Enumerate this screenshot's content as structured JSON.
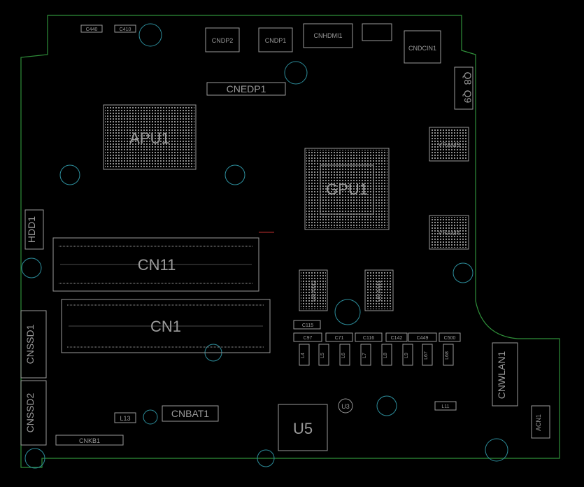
{
  "colors": {
    "background": "#000000",
    "board_outline": "#2f8f3a",
    "silk": "#9a9a9a",
    "pad": "#cfcfcf",
    "hole": "#2c8c9a",
    "marker": "#c03030"
  },
  "components": {
    "apu": "APU1",
    "gpu": "GPU1",
    "vram1": "VRAM1",
    "vram2": "VRAM2",
    "vram3": "VRAM3",
    "vram4": "VRAM4",
    "cn11": "CN11",
    "cn1": "CN1",
    "u5": "U5",
    "u3": "U3",
    "cnedp1": "CNEDP1",
    "cndp2": "CNDP2",
    "cndp1": "CNDP1",
    "cnhdmi1": "CNHDMI1",
    "cndcin1": "CNDCIN1",
    "cnwlan1": "CNWLAN1",
    "acn1": "ACN1",
    "cnssd1": "CNSSD1",
    "cnssd2": "CNSSD2",
    "cnbat1": "CNBAT1",
    "cnkb1": "CNKB1",
    "hdd1": "HDD1",
    "l13": "L13",
    "l11": "L11",
    "c115": "C115",
    "c97": "C97",
    "c71": "C71",
    "c116": "C116",
    "c142": "C142",
    "c449": "C449",
    "c500": "C500",
    "c440": "C440",
    "c410": "C410",
    "l4": "L4",
    "l5": "L5",
    "l6": "L6",
    "l7": "L7",
    "l8": "L8",
    "l9": "L9",
    "l67": "L67",
    "l68": "L68",
    "q8": "Q8",
    "q9": "Q9"
  }
}
